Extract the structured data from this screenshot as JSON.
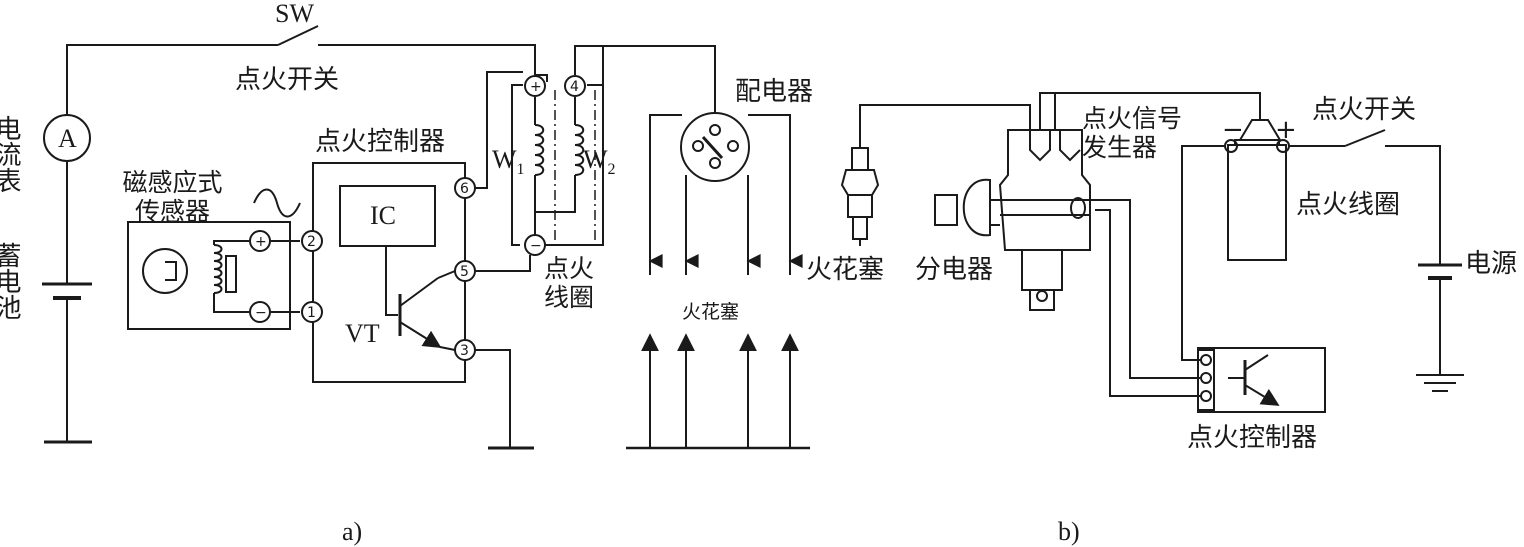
{
  "diagram_a": {
    "switch_code": "SW",
    "ignition_switch": "点火开关",
    "ammeter": "电流表",
    "ammeter_symbol": "A",
    "battery": "蓄电池",
    "sensor": "磁感应式传感器",
    "controller": "点火控制器",
    "ic": "IC",
    "transistor": "VT",
    "coil": "点火线圈",
    "winding_1": "W",
    "winding_1_sub": "1",
    "winding_2": "W",
    "winding_2_sub": "2",
    "distributor": "配电器",
    "spark_plugs": "火花塞",
    "terminals": [
      "1",
      "2",
      "3",
      "4",
      "5",
      "6"
    ],
    "plus_sign": "+",
    "minus_sign": "−",
    "caption": "a)"
  },
  "diagram_b": {
    "spark_plug": "火花塞",
    "distributor": "分电器",
    "signal_generator": "点火信号发生器",
    "ignition_switch": "点火开关",
    "ignition_coil": "点火线圈",
    "power_supply": "电源",
    "controller": "点火控制器",
    "coil_minus": "−",
    "coil_plus": "+",
    "caption": "b)"
  }
}
